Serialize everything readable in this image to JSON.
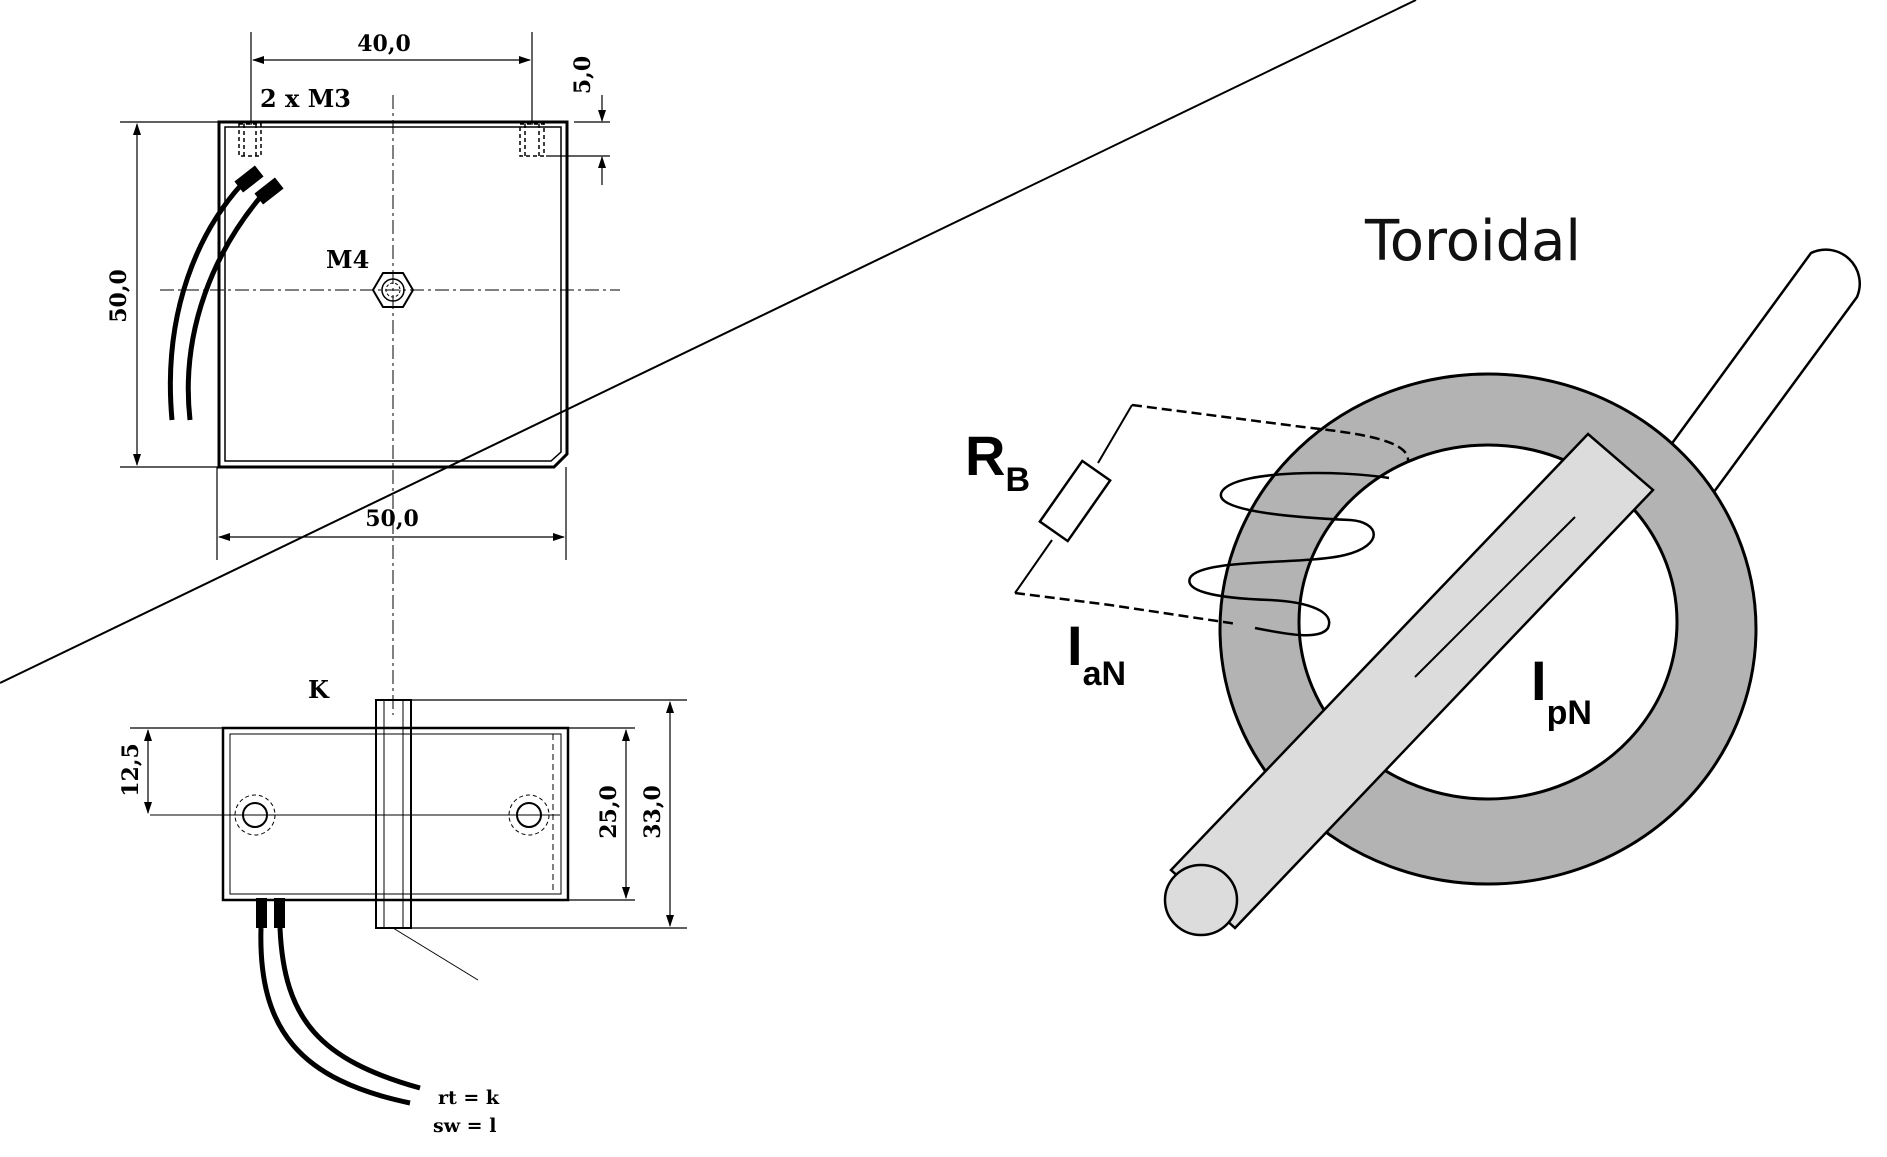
{
  "drawing": {
    "top_view": {
      "dim_top": "40,0",
      "dim_right": "5,0",
      "dim_left": "50,0",
      "dim_bottom": "50,0",
      "holes_label": "2 x M3",
      "center_label": "M4"
    },
    "side_view": {
      "label": "K",
      "dim_left": "12,5",
      "dim_right_inner": "25,0",
      "dim_right_outer": "33,0",
      "wire_note_1": "rt  =  k",
      "wire_note_2": "sw =  l"
    }
  },
  "schematic": {
    "title": "Toroidal",
    "burden_main": "R",
    "burden_sub": "B",
    "secondary_main": "I",
    "secondary_sub": "aN",
    "primary_main": "I",
    "primary_sub": "pN"
  },
  "colors": {
    "line": "#000000",
    "core": "#b3b3b3",
    "conductor": "#dcdcdc"
  }
}
